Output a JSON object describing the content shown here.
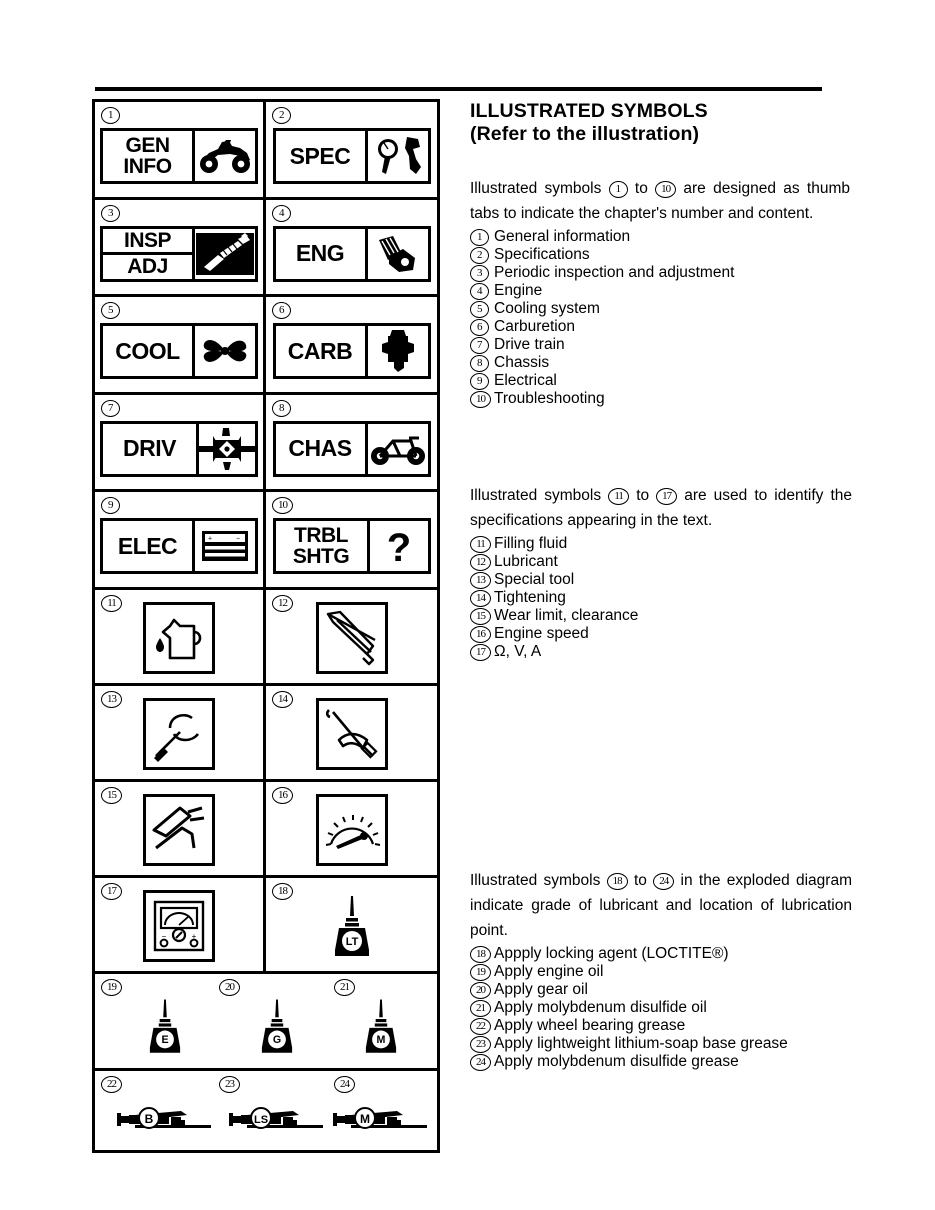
{
  "heading": {
    "line1": "ILLUSTRATED SYMBOLS",
    "line2": "(Refer to the illustration)"
  },
  "intro1": {
    "before": "Illustrated symbols",
    "from": "1",
    "mid": "to",
    "to": "10",
    "after": "are designed as thumb tabs to indicate the chapter's number and content."
  },
  "intro2": {
    "before": "Illustrated symbols",
    "from": "11",
    "mid": "to",
    "to": "17",
    "after": "are used to identify the specifications appearing in the text."
  },
  "intro3": {
    "before": "Illustrated symbols",
    "from": "18",
    "mid": "to",
    "to": "24",
    "after": "in the exploded diagram indicate grade of lubricant and location of lubrication point."
  },
  "list1": [
    {
      "num": "1",
      "label": "General information"
    },
    {
      "num": "2",
      "label": "Specifications"
    },
    {
      "num": "3",
      "label": "Periodic inspection and adjustment"
    },
    {
      "num": "4",
      "label": "Engine"
    },
    {
      "num": "5",
      "label": "Cooling system"
    },
    {
      "num": "6",
      "label": "Carburetion"
    },
    {
      "num": "7",
      "label": "Drive train"
    },
    {
      "num": "8",
      "label": "Chassis"
    },
    {
      "num": "9",
      "label": "Electrical"
    },
    {
      "num": "10",
      "label": "Troubleshooting"
    }
  ],
  "list2": [
    {
      "num": "11",
      "label": "Filling fluid"
    },
    {
      "num": "12",
      "label": "Lubricant"
    },
    {
      "num": "13",
      "label": "Special tool"
    },
    {
      "num": "14",
      "label": "Tightening"
    },
    {
      "num": "15",
      "label": "Wear limit, clearance"
    },
    {
      "num": "16",
      "label": "Engine speed"
    },
    {
      "num": "17",
      "label": "Ω, V, A"
    }
  ],
  "list3": [
    {
      "num": "18",
      "label": "Appply locking agent (LOCTITE®)"
    },
    {
      "num": "19",
      "label": "Apply engine oil"
    },
    {
      "num": "20",
      "label": "Apply gear oil"
    },
    {
      "num": "21",
      "label": "Apply molybdenum disulfide oil"
    },
    {
      "num": "22",
      "label": "Apply wheel bearing grease"
    },
    {
      "num": "23",
      "label": "Apply lightweight lithium-soap base grease"
    },
    {
      "num": "24",
      "label": "Apply molybdenum disulfide grease"
    }
  ],
  "grid": {
    "cells": [
      {
        "num": "1",
        "kind": "tab",
        "text_lines": [
          "GEN",
          "INFO"
        ],
        "divider": false,
        "icon": "atv-icon"
      },
      {
        "num": "2",
        "kind": "tab",
        "text_lines": [
          "SPEC"
        ],
        "divider": false,
        "icon": "dial-gauge-caliper-icon"
      },
      {
        "num": "3",
        "kind": "tab",
        "text_lines": [
          "INSP",
          "ADJ"
        ],
        "divider": true,
        "icon": "hand-tool-icon"
      },
      {
        "num": "4",
        "kind": "tab",
        "text_lines": [
          "ENG"
        ],
        "divider": false,
        "icon": "piston-icon"
      },
      {
        "num": "5",
        "kind": "tab",
        "text_lines": [
          "COOL"
        ],
        "divider": false,
        "icon": "fan-icon"
      },
      {
        "num": "6",
        "kind": "tab",
        "text_lines": [
          "CARB"
        ],
        "divider": false,
        "icon": "carburetor-icon"
      },
      {
        "num": "7",
        "kind": "tab",
        "text_lines": [
          "DRIV"
        ],
        "divider": false,
        "icon": "driveshaft-icon"
      },
      {
        "num": "8",
        "kind": "tab",
        "text_lines": [
          "CHAS"
        ],
        "divider": false,
        "icon": "frame-icon"
      },
      {
        "num": "9",
        "kind": "tab",
        "text_lines": [
          "ELEC"
        ],
        "divider": false,
        "icon": "battery-icon"
      },
      {
        "num": "10",
        "kind": "tab",
        "text_lines": [
          "TRBL",
          "SHTG"
        ],
        "divider": false,
        "icon": "question-mark-icon"
      },
      {
        "num": "11",
        "kind": "picbox",
        "icon": "oil-can-icon"
      },
      {
        "num": "12",
        "kind": "picbox",
        "icon": "grease-gun-icon"
      },
      {
        "num": "13",
        "kind": "picbox",
        "icon": "special-tool-icon"
      },
      {
        "num": "14",
        "kind": "picbox",
        "icon": "torque-wrench-icon"
      },
      {
        "num": "15",
        "kind": "picbox",
        "icon": "caliper-wear-icon"
      },
      {
        "num": "16",
        "kind": "picbox",
        "icon": "tachometer-icon"
      },
      {
        "num": "17",
        "kind": "picbox",
        "icon": "multimeter-icon"
      },
      {
        "num": "18",
        "kind": "free",
        "icon": "bottle-icon",
        "badge": "LT"
      },
      {
        "num": "19",
        "kind": "slot",
        "icon": "bottle-icon",
        "badge": "E"
      },
      {
        "num": "20",
        "kind": "slot",
        "icon": "bottle-icon",
        "badge": "G"
      },
      {
        "num": "21",
        "kind": "slot",
        "icon": "bottle-icon",
        "badge": "M"
      },
      {
        "num": "22",
        "kind": "slot",
        "icon": "grease-gun-icon",
        "badge": "B"
      },
      {
        "num": "23",
        "kind": "slot",
        "icon": "grease-gun-icon",
        "badge": "LS"
      },
      {
        "num": "24",
        "kind": "slot",
        "icon": "grease-gun-icon",
        "badge": "M"
      }
    ]
  }
}
